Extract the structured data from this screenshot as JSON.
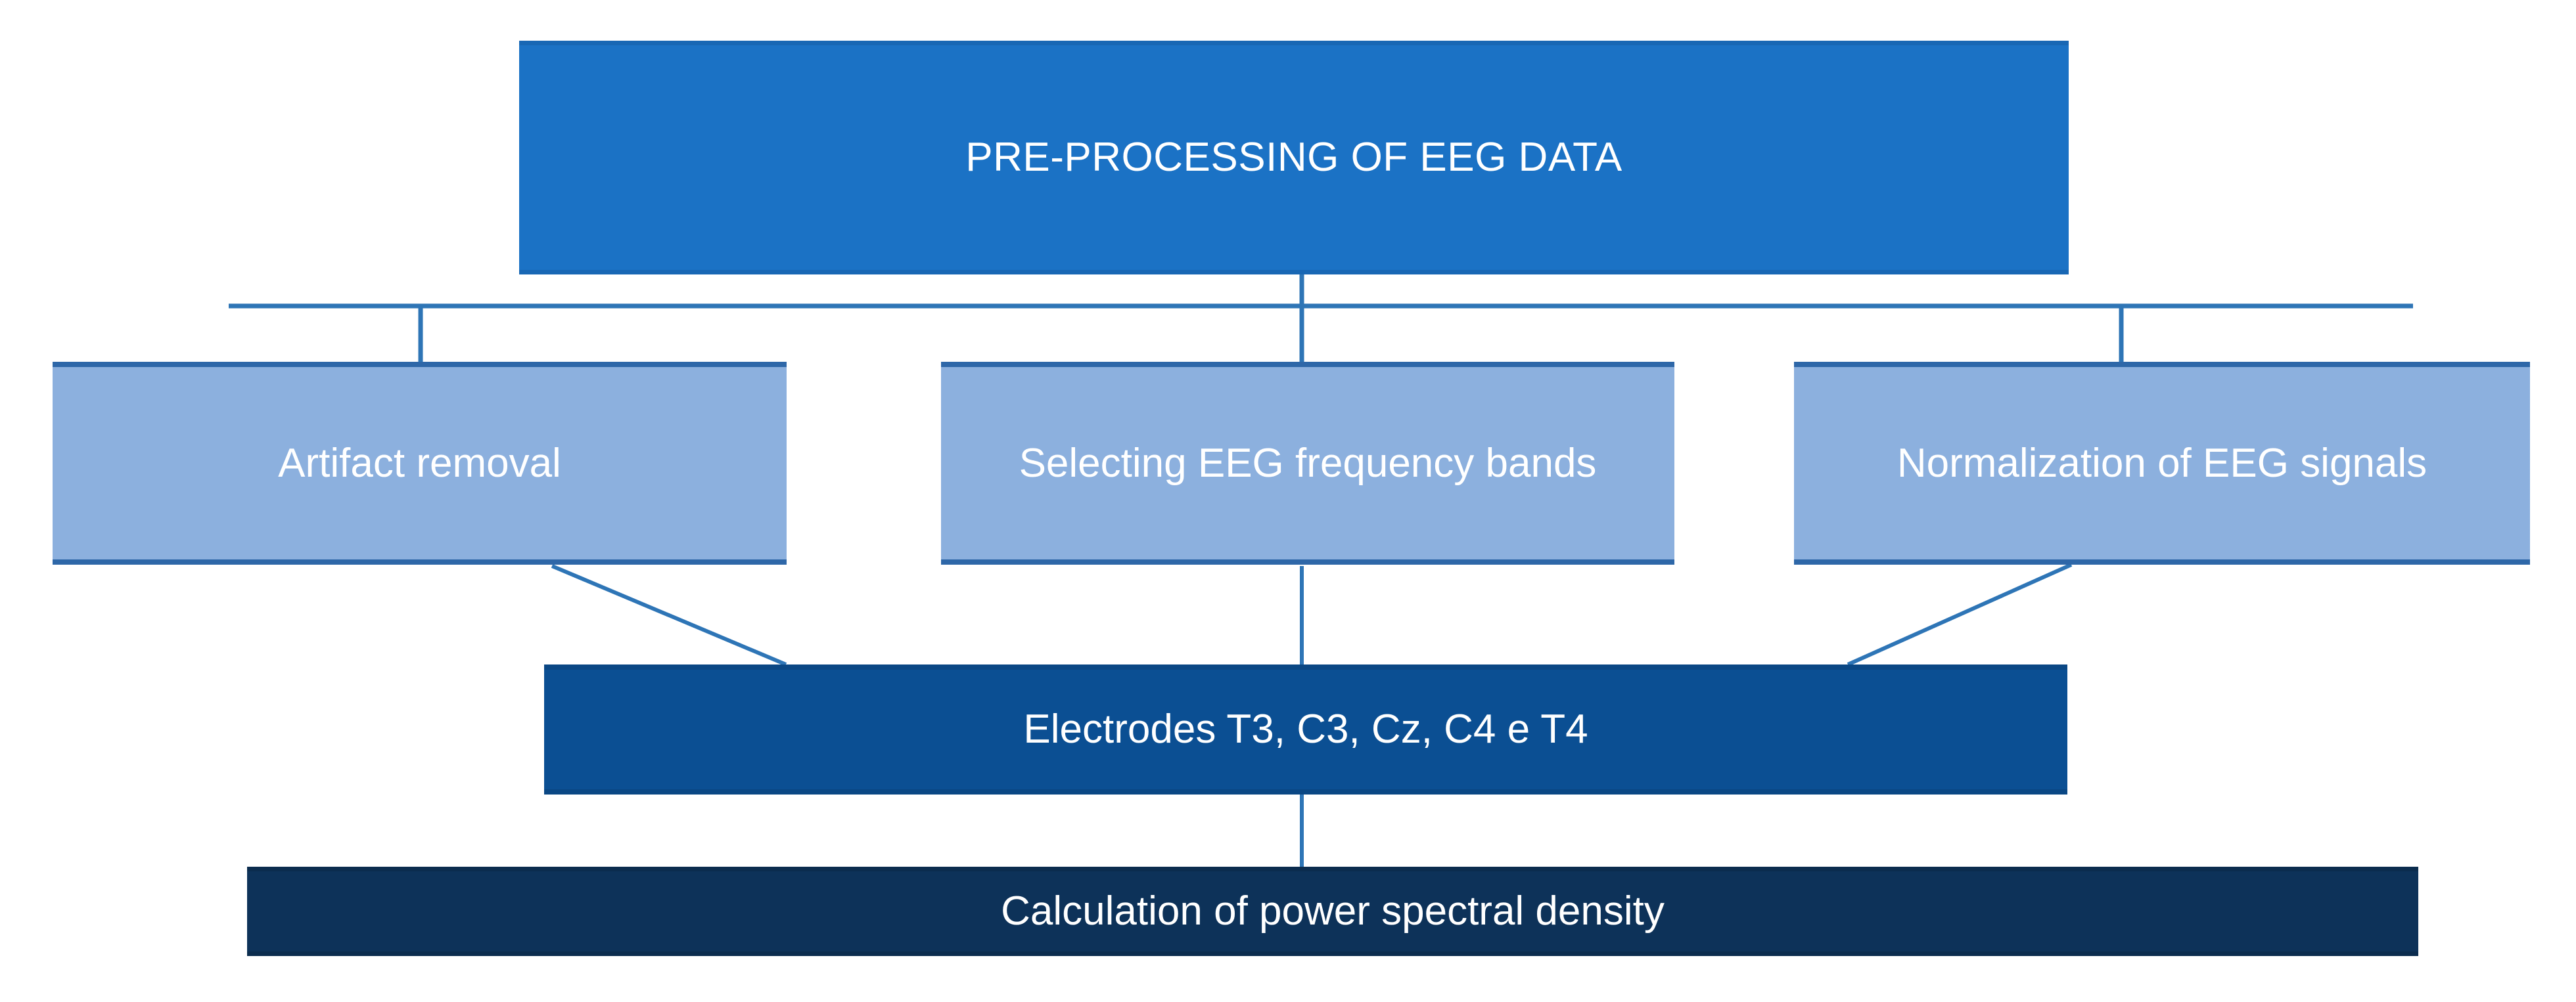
{
  "diagram": {
    "title_node": {
      "label": "PRE-PROCESSING OF EEG DATA",
      "color": "#1B72C5"
    },
    "step_nodes": [
      {
        "label": "Artifact removal",
        "color": "#8CB0DE"
      },
      {
        "label": "Selecting EEG frequency bands",
        "color": "#8CB0DE"
      },
      {
        "label": "Normalization of EEG signals",
        "color": "#8CB0DE"
      }
    ],
    "electrodes_node": {
      "label": "Electrodes T3, C3, Cz, C4 e T4",
      "color": "#0B4F93"
    },
    "result_node": {
      "label": "Calculation of power spectral density",
      "color": "#0D3259"
    },
    "connector_color": "#2E75B6",
    "background_color": "#FFFFFF"
  }
}
